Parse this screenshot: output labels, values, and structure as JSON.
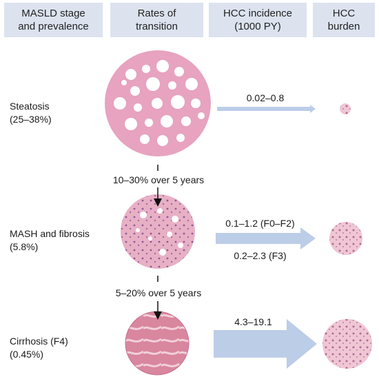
{
  "headers": [
    {
      "line1": "MASLD stage",
      "line2": "and prevalence"
    },
    {
      "line1": "Rates of",
      "line2": "transition"
    },
    {
      "line1": "HCC incidence",
      "line2": "(1000 PY)"
    },
    {
      "line1": "HCC",
      "line2": "burden"
    }
  ],
  "stages": [
    {
      "name": "Steatosis",
      "prevalence": "(25–38%)"
    },
    {
      "name": "MASH and fibrosis",
      "prevalence": "(5.8%)"
    },
    {
      "name": "Cirrhosis (F4)",
      "prevalence": "(0.45%)"
    }
  ],
  "transitions": [
    "10–30% over 5 years",
    "5–20% over 5 years"
  ],
  "incidence": {
    "steatosis": "0.02–0.8",
    "mash_f0_f2": "0.1–1.2 (F0–F2)",
    "mash_f3": "0.2–2.3 (F3)",
    "cirrhosis": "4.3–19.1"
  },
  "colors": {
    "header_bg": "#dce3ef",
    "arrow_fill": "#bccde8",
    "steatosis_tissue": "#e7a3c0",
    "mash_tissue": "#e1a4bd",
    "cirrhosis_tissue": "#d5819e"
  }
}
